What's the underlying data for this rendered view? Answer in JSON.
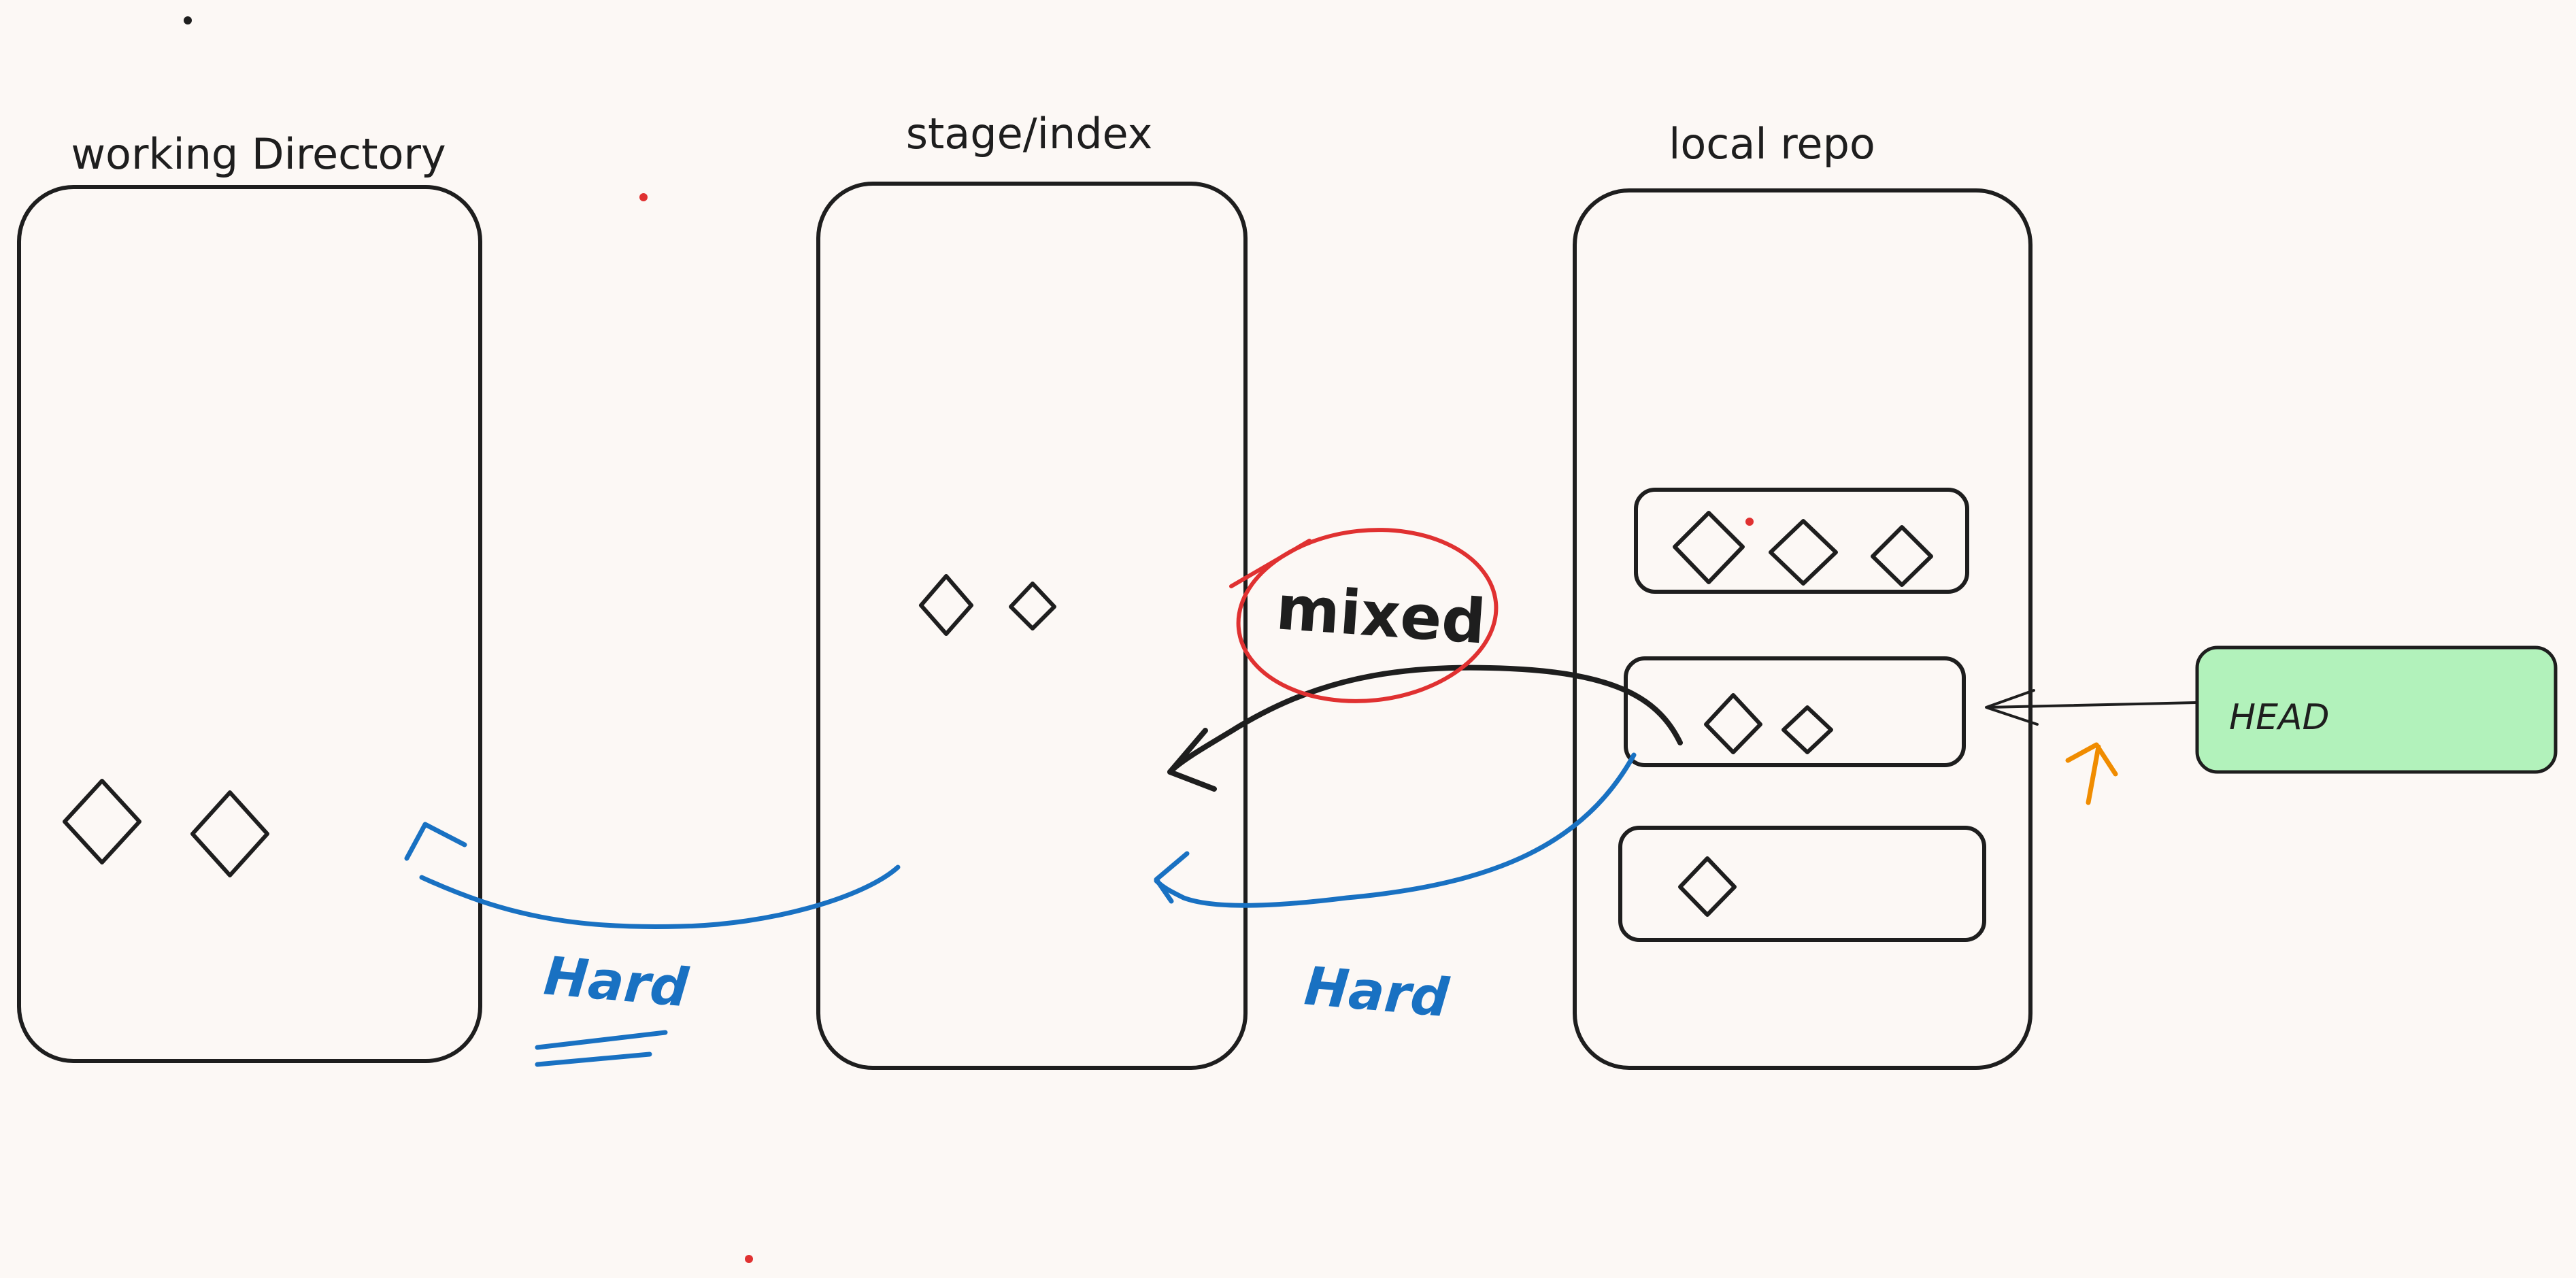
{
  "diagram": {
    "sections": {
      "working_directory": "working Directory",
      "stage_index": "stage/index",
      "local_repo": "local repo"
    },
    "head_label": "HEAD",
    "annotations": {
      "mixed": "mixed",
      "hard_left": "Hard",
      "hard_right": "Hard"
    },
    "colors": {
      "background": "#fcf8f5",
      "stroke": "#1e1e1e",
      "head_fill": "#b2f2bb",
      "hard_arrow": "#1971c2",
      "mixed_circle": "#e03131",
      "pointer_arrow": "#f08c00"
    }
  }
}
